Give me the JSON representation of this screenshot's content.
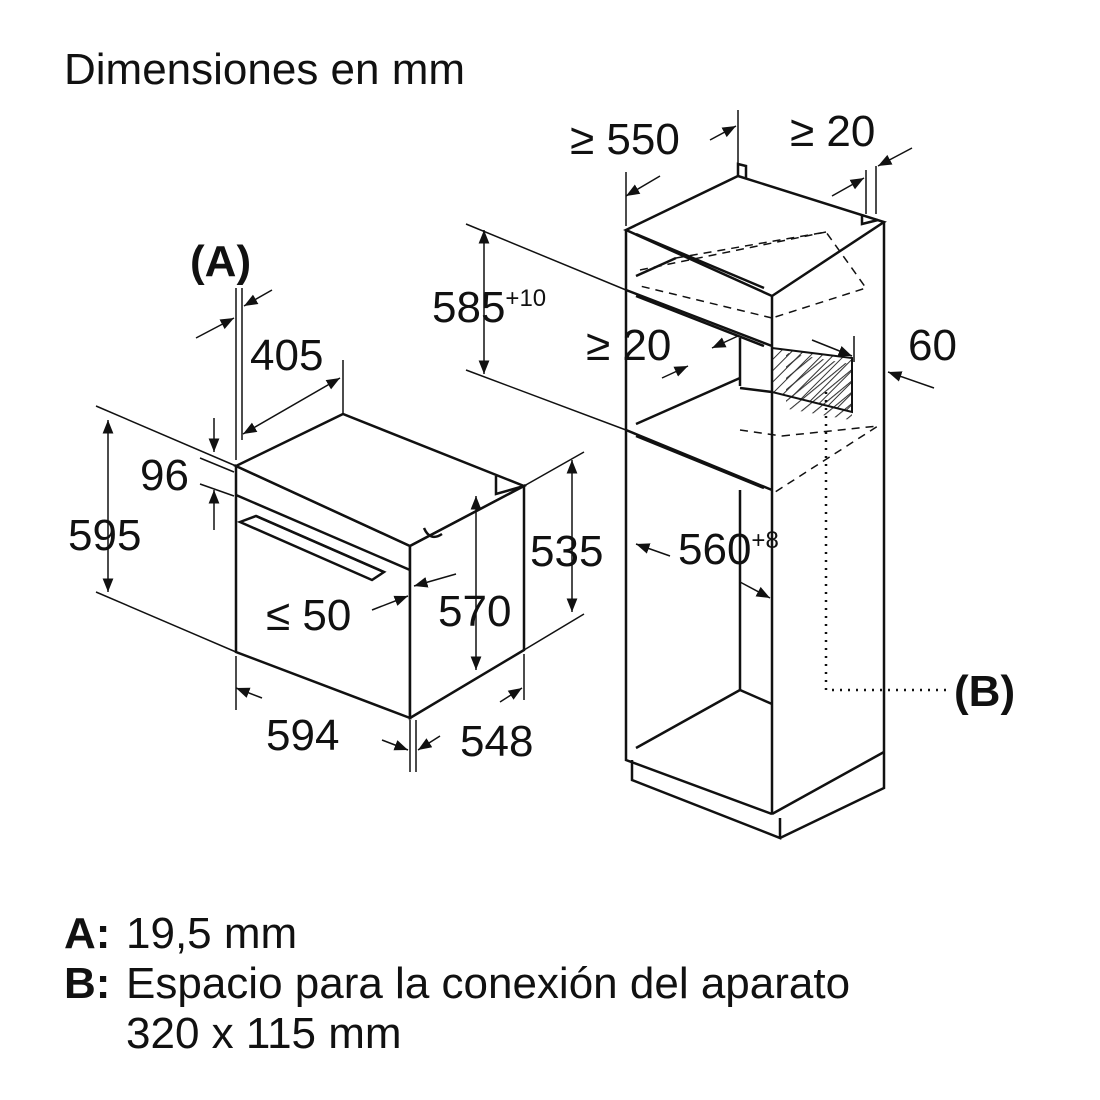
{
  "title": "Dimensiones en mm",
  "dimensions": {
    "a_label_open": "(",
    "a_label_letter": "A",
    "a_label_close": ")",
    "b_label_open": "(",
    "b_label_letter": "B",
    "b_label_close": ")",
    "d405": "405",
    "d96": "96",
    "d595": "595",
    "d535": "535",
    "d570": "570",
    "d_le50": "≤ 50",
    "d594": "594",
    "d548": "548",
    "d_ge550": "≥ 550",
    "d_ge20_top": "≥ 20",
    "d585": "585",
    "d585_tol": "+10",
    "d_ge20_mid": "≥ 20",
    "d60": "60",
    "d560": "560",
    "d560_tol": "+8"
  },
  "legend": [
    {
      "key": "A:",
      "text": "19,5 mm"
    },
    {
      "key": "B:",
      "text": "Espacio para la conexión del aparato"
    },
    {
      "key": "",
      "text": "320 x 115 mm"
    }
  ]
}
